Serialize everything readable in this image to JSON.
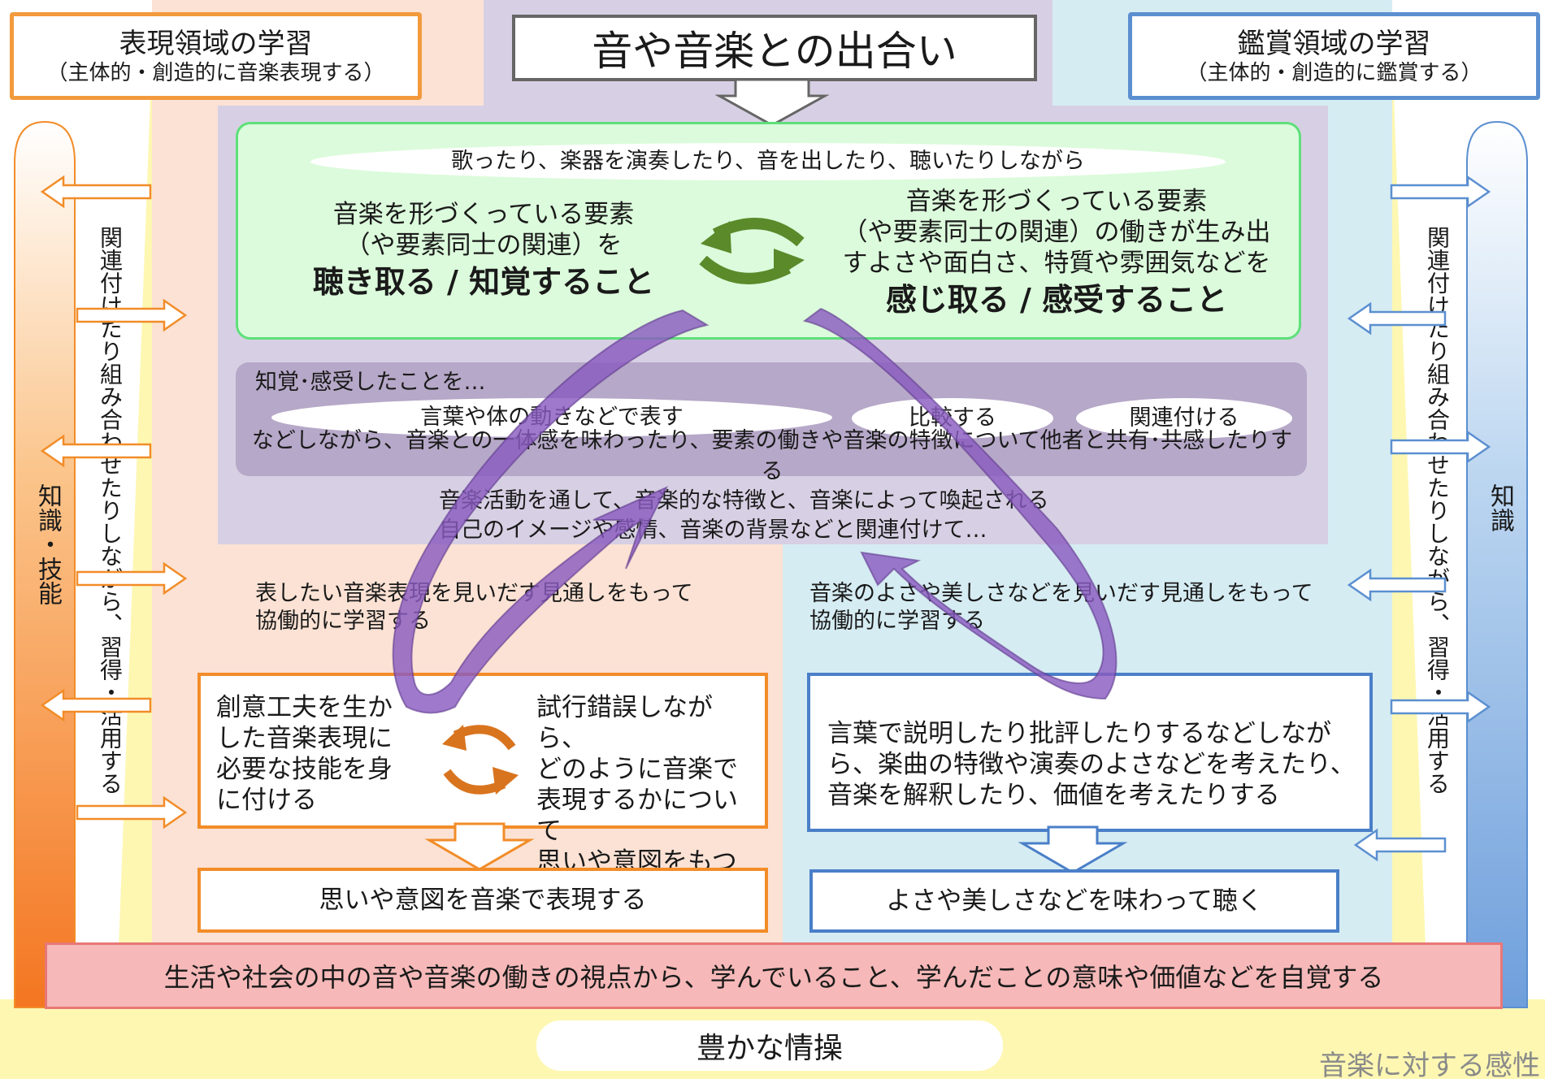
{
  "header": {
    "center_title": "音や音楽との出合い",
    "left_main": "表現領域の学習",
    "left_sub": "（主体的・創造的に音楽表現する）",
    "right_main": "鑑賞領域の学習",
    "right_sub": "（主体的・創造的に鑑賞する）"
  },
  "green_panel": {
    "top_ellipse": "歌ったり、楽器を演奏したり、音を出したり、聴いたりしながら",
    "left_line1": "音楽を形づくっている要素",
    "left_line2": "（や要素同士の関連）を",
    "left_bold": "聴き取る / 知覚すること",
    "right_line1": "音楽を形づくっている要素",
    "right_line2": "（や要素同士の関連）の働きが生み出",
    "right_line3": "すよさや面白さ、特質や雰囲気などを",
    "right_bold": "感じ取る / 感受すること"
  },
  "gray_panel": {
    "intro": "知覚･感受したことを…",
    "ellipse1": "言葉や体の動きなどで表す",
    "ellipse2": "比較する",
    "ellipse3": "関連付ける",
    "bottom": "などしながら、音楽との一体感を味わったり、要素の働きや音楽の特徴について他者と共有･共感したりする"
  },
  "activity": {
    "line1": "音楽活動を通して、音楽的な特徴と、音楽によって喚起される",
    "line2": "自己のイメージや感情、音楽の背景などと関連付けて…"
  },
  "expression": {
    "outlook_line1": "表したい音楽表現を見いだす見通しをもって",
    "outlook_line2": "協働的に学習する",
    "skill_l1": "創意工夫を生か",
    "skill_l2": "した音楽表現に",
    "skill_l3": "必要な技能を身",
    "skill_l4": "に付ける",
    "trial_l1": "試行錯誤しながら、",
    "trial_l2": "どのように音楽で",
    "trial_l3": "表現するかについて",
    "trial_l4": "思いや意図をもつ",
    "result": "思いや意図を音楽で表現する"
  },
  "appreciation": {
    "outlook_line1": "音楽のよさや美しさなどを見いだす見通しをもって",
    "outlook_line2": "協働的に学習する",
    "box_l1": "言葉で説明したり批評したりするなどしなが",
    "box_l2": "ら、楽曲の特徴や演奏のよさなどを考えたり、",
    "box_l3": "音楽を解釈したり、価値を考えたりする",
    "result": "よさや美しさなどを味わって聴く"
  },
  "sides": {
    "left_knowledge": "知識・技能",
    "left_relate": "関連付けたり組み合わせたりしながら、習得・活用する",
    "right_knowledge": "知識",
    "right_relate": "関連付けたり組み合わせたりしながら、習得・活用する"
  },
  "bottom": {
    "awareness": "生活や社会の中の音や音楽の働きの視点から、学んでいること、学んだことの意味や価値などを自覚する",
    "sentiment": "豊かな情操",
    "sensitivity": "音楽に対する感性"
  },
  "colors": {
    "expression_accent": "#f28c28",
    "appreciation_accent": "#4a7fc8",
    "purple_loop": "#8a5cc0",
    "green_cycle": "#5a8a2a",
    "orange_cycle": "#d9741e"
  }
}
